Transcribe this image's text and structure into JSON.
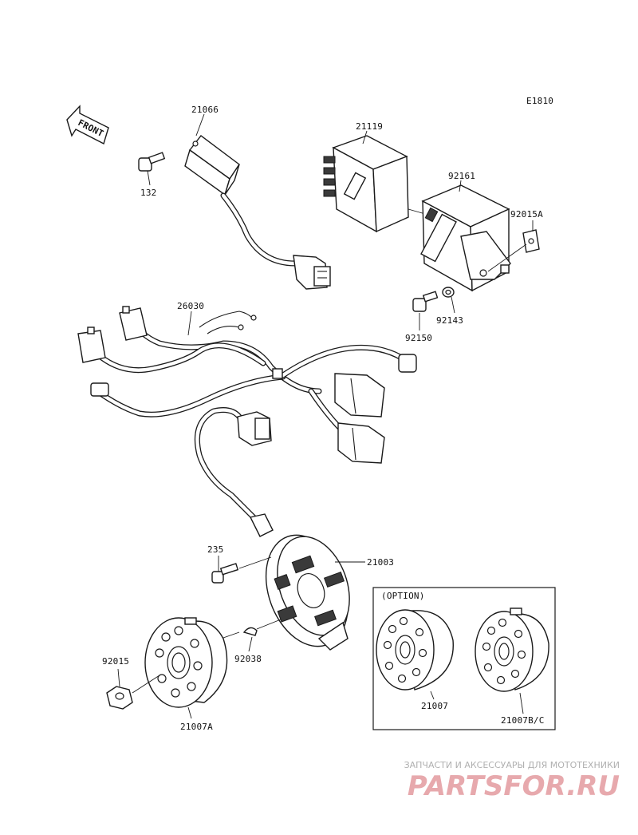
{
  "diagram_code": "E1810",
  "front_label": "FRONT",
  "option_label": "(OPTION)",
  "parts": {
    "p21066": "21066",
    "p132": "132",
    "p21119": "21119",
    "p92161": "92161",
    "p92015A": "92015A",
    "p92143": "92143",
    "p92150": "92150",
    "p26030": "26030",
    "p235": "235",
    "p21003": "21003",
    "p92038": "92038",
    "p92015": "92015",
    "p21007A": "21007A",
    "p21007": "21007",
    "p21007BC": "21007B/C"
  },
  "watermark": {
    "subtitle": "ЗАПЧАСТИ И АКСЕССУАРЫ ДЛЯ МОТОТЕХНИКИ",
    "brand": "PARTSFOR.RU",
    "color": "#e7a9ad"
  }
}
